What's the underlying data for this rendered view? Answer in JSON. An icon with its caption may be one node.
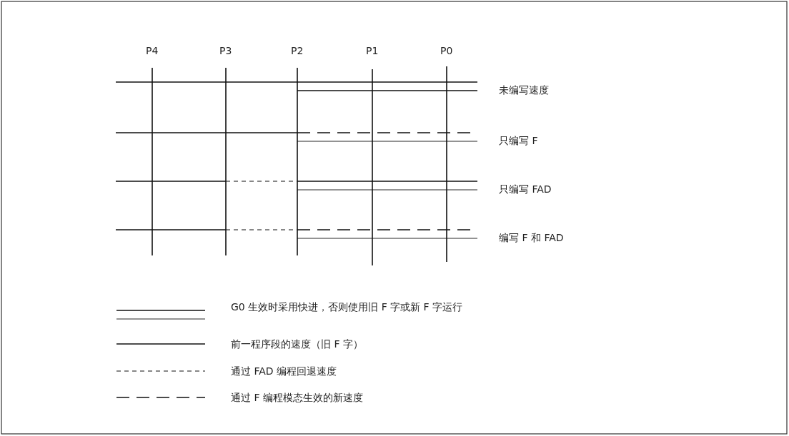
{
  "diagram": {
    "labels": [
      "P4",
      "P3",
      "P2",
      "P1",
      "P0",
      "未编写速度",
      "只编写 F",
      "只编写 FAD",
      "编写 F 和 FAD"
    ],
    "legend": [
      {
        "text": "G0 生效时采用快进，否则使用旧 F 字或新 F 字运行"
      },
      {
        "text": "前一程序段的速度（旧 F 字）"
      },
      {
        "text": "通过 FAD 编程回退速度"
      },
      {
        "text": "通过 F 编程模态生效的新速度"
      }
    ]
  }
}
